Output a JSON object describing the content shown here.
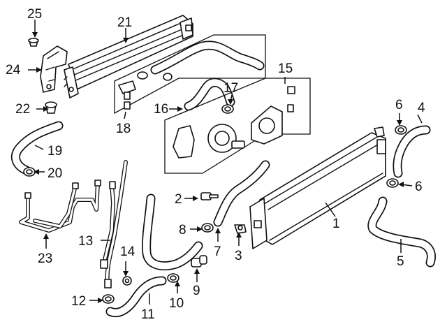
{
  "callouts": {
    "c1": "1",
    "c2": "2",
    "c3": "3",
    "c4": "4",
    "c5": "5",
    "c6a": "6",
    "c6b": "6",
    "c7": "7",
    "c8": "8",
    "c9": "9",
    "c10": "10",
    "c11": "11",
    "c12": "12",
    "c13": "13",
    "c14": "14",
    "c15": "15",
    "c16": "16",
    "c17": "17",
    "c18": "18",
    "c19": "19",
    "c20": "20",
    "c21": "21",
    "c22": "22",
    "c23": "23",
    "c24": "24",
    "c25": "25"
  }
}
